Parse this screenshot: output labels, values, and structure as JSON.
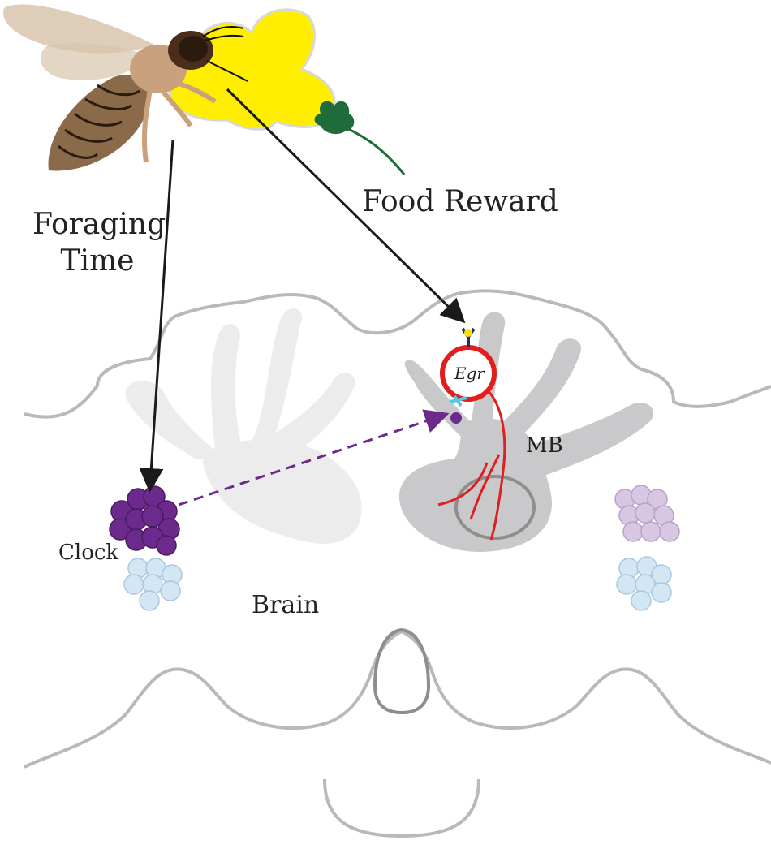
{
  "labels": {
    "foraging_time_1": "Foraging",
    "foraging_time_2": "Time",
    "food_reward": "Food Reward",
    "clock": "Clock",
    "brain": "Brain",
    "mb": "MB",
    "egr": "Egr"
  },
  "colors": {
    "outline": "#b9b9b9",
    "mb_gray": "#c9c9cb",
    "mb_light": "#ececec",
    "clock_purple": "#6b2a8c",
    "clock_light": "#d8c7e3",
    "cluster_blue": "#d3e6f4",
    "egr_red": "#e11d1d",
    "flower_yellow": "#ffee00",
    "stem_green": "#1f6b3a",
    "arrow": "#1a1a1a",
    "dashed_arrow": "#6b2a8c",
    "bee_body": "#8b6a4a",
    "bee_stripe": "#2a1a10",
    "bee_head": "#4a2d1a",
    "bee_wing": "#d8c4ac",
    "receptor_navy": "#1e2f6b",
    "ligand_yellow": "#ffe100",
    "cyan_receptor": "#58c6e6"
  },
  "icons": [
    "honeybee",
    "flower",
    "brain-outline",
    "mushroom-body",
    "clock-neurons",
    "egr-cell"
  ]
}
